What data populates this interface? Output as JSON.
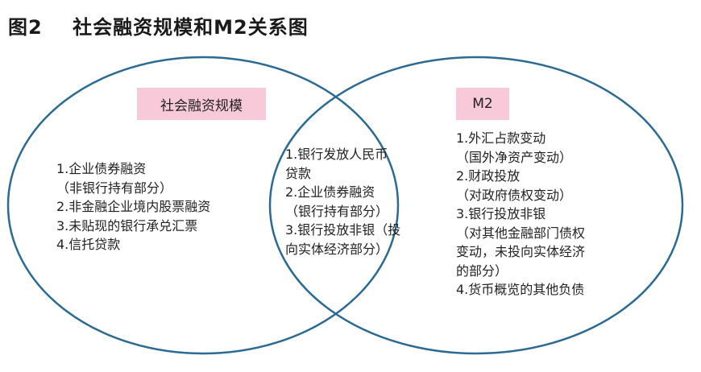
{
  "title": "图2    社会融资规模和M2关系图",
  "colors": {
    "circle_stroke": "#2a6a93",
    "label_fill": "#f8c9d9",
    "text": "#222222"
  },
  "left_set": {
    "label": "社会融资规模",
    "lines": [
      "1.企业债券融资",
      "（非银行持有部分）",
      "2.非金融企业境内股票融资",
      "3.未贴现的银行承兑汇票",
      "4.信托贷款"
    ]
  },
  "intersection": {
    "lines": [
      "1.银行发放人民币",
      "贷款",
      "2.企业债券融资",
      "（银行持有部分）",
      "3.银行投放非银（投",
      "向实体经济部分）"
    ]
  },
  "right_set": {
    "label": "M2",
    "lines": [
      "1.外汇占款变动",
      "（国外净资产变动）",
      "2.财政投放",
      "（对政府债权变动）",
      "3.银行投放非银",
      "（对其他金融部门债权",
      "变动，未投向实体经济",
      "的部分）",
      "4.货币概览的其他负债"
    ]
  }
}
